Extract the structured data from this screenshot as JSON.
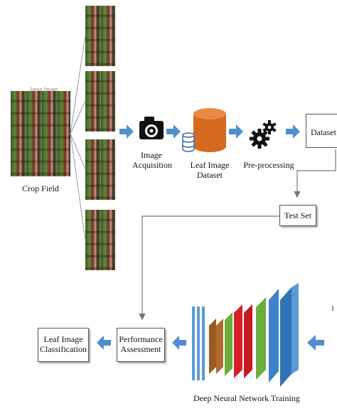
{
  "crop_field": {
    "caption_top": "Input Image",
    "label": "Crop Field"
  },
  "steps": {
    "image_acquisition": [
      "Image",
      "Acquisition"
    ],
    "leaf_image_dataset": [
      "Leaf Image",
      "Dataset"
    ],
    "preprocessing": "Pre-processing",
    "dataset_division": "Dataset D",
    "test_set": "Test Set",
    "performance_assessment": [
      "Performance",
      "Assessment"
    ],
    "leaf_image_classification": [
      "Leaf Image",
      "Classification"
    ],
    "dnn_training": "Deep Neural Network Training",
    "right_edge_mark": "I"
  },
  "colors": {
    "arrow_blue": "#4f8fd0",
    "cylinder_orange": "#d66a1f",
    "layer_brown": "#9a5a22",
    "layer_green": "#6cae3e",
    "layer_red": "#d8202a",
    "layer_blue": "#3d82c8",
    "input_blue": "#5b9bd5"
  },
  "icons": [
    "camera-icon",
    "database-cylinder-icon",
    "gears-icon"
  ]
}
